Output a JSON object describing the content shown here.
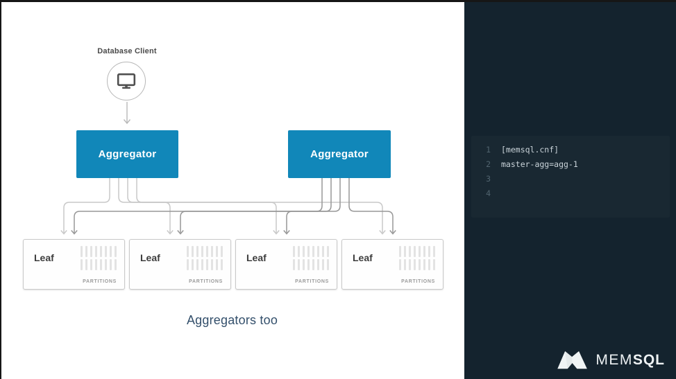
{
  "diagram": {
    "client": {
      "label": "Database Client"
    },
    "aggregators": [
      {
        "label": "Aggregator"
      },
      {
        "label": "Aggregator"
      }
    ],
    "leaves": [
      {
        "label": "Leaf",
        "partitions_label": "PARTITIONS"
      },
      {
        "label": "Leaf",
        "partitions_label": "PARTITIONS"
      },
      {
        "label": "Leaf",
        "partitions_label": "PARTITIONS"
      },
      {
        "label": "Leaf",
        "partitions_label": "PARTITIONS"
      }
    ],
    "caption": "Aggregators too"
  },
  "code_panel": {
    "lines": [
      {
        "number": "1",
        "code": "[memsql.cnf]"
      },
      {
        "number": "2",
        "code": "master-agg=agg-1"
      },
      {
        "number": "3",
        "code": ""
      },
      {
        "number": "4",
        "code": ""
      }
    ]
  },
  "logo": {
    "name": "MEMSQL",
    "text_regular": "MEM",
    "text_bold": "SQL"
  },
  "colors": {
    "accent_blue": "#1187b9",
    "panel_background": "#14232e",
    "connector_light": "#c8c8c8",
    "connector_dark": "#979797",
    "caption_text": "#334f6b",
    "code_text": "#c9d3d9",
    "line_number": "#51646f"
  }
}
